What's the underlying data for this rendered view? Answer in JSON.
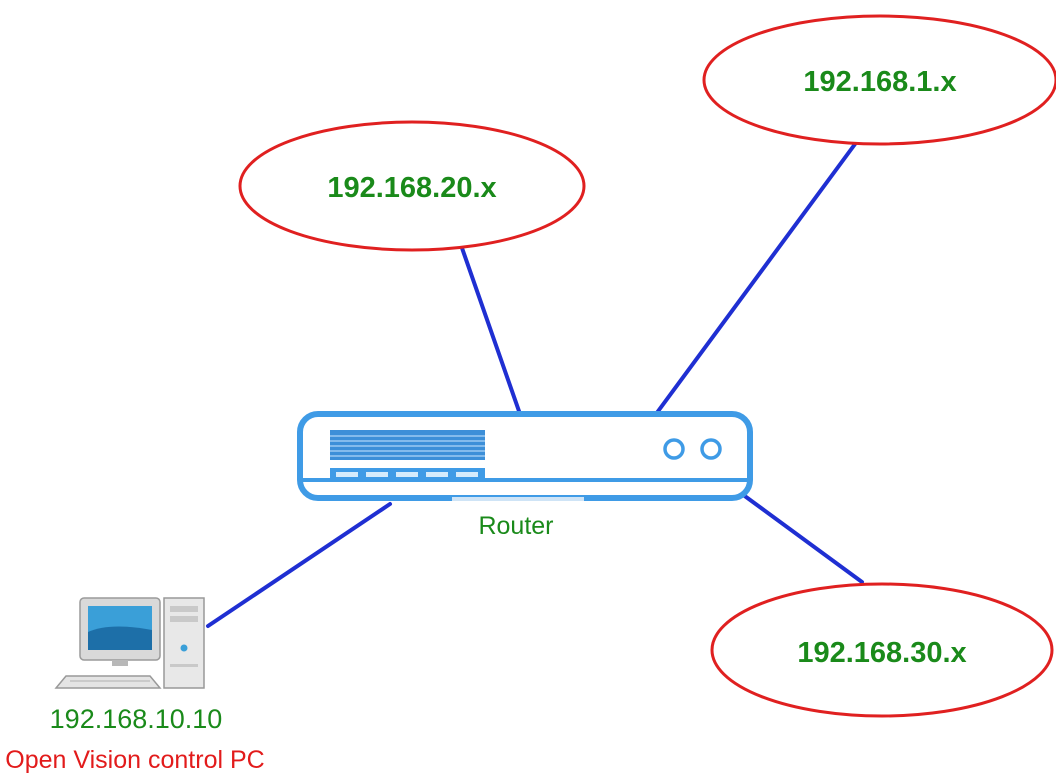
{
  "colors": {
    "link": "#1f2fd2",
    "subnet_outline": "#e02020",
    "subnet_text": "#1a8a1a",
    "router_outline": "#3f9be6",
    "pc_name_text": "#e21b1b"
  },
  "router": {
    "label": "Router",
    "icon": "router-icon"
  },
  "subnets": [
    {
      "label": "192.168.1.x"
    },
    {
      "label": "192.168.20.x"
    },
    {
      "label": "192.168.30.x"
    }
  ],
  "pc": {
    "ip": "192.168.10.10",
    "name": "Open Vision control PC",
    "icon": "desktop-computer-icon"
  }
}
